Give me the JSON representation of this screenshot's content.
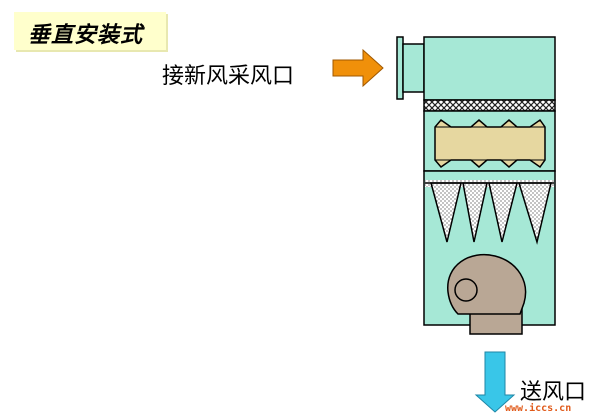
{
  "title": "垂直安装式",
  "labels": {
    "fresh_air_inlet": "接新风采风口",
    "supply_air_outlet": "送风口"
  },
  "watermark": "www.iccs.cn",
  "colors": {
    "cabinet": "#a6e8d6",
    "title_bg": "#ffffcc",
    "inlet_arrow": "#f0900a",
    "outlet_arrow": "#39c6e8",
    "filter_bag": "#e6d7a0",
    "fan": "#b9a795"
  },
  "components": [
    "fresh-air-inlet",
    "pre-filter",
    "bag-filter",
    "cone-filter",
    "centrifugal-fan",
    "supply-outlet"
  ]
}
